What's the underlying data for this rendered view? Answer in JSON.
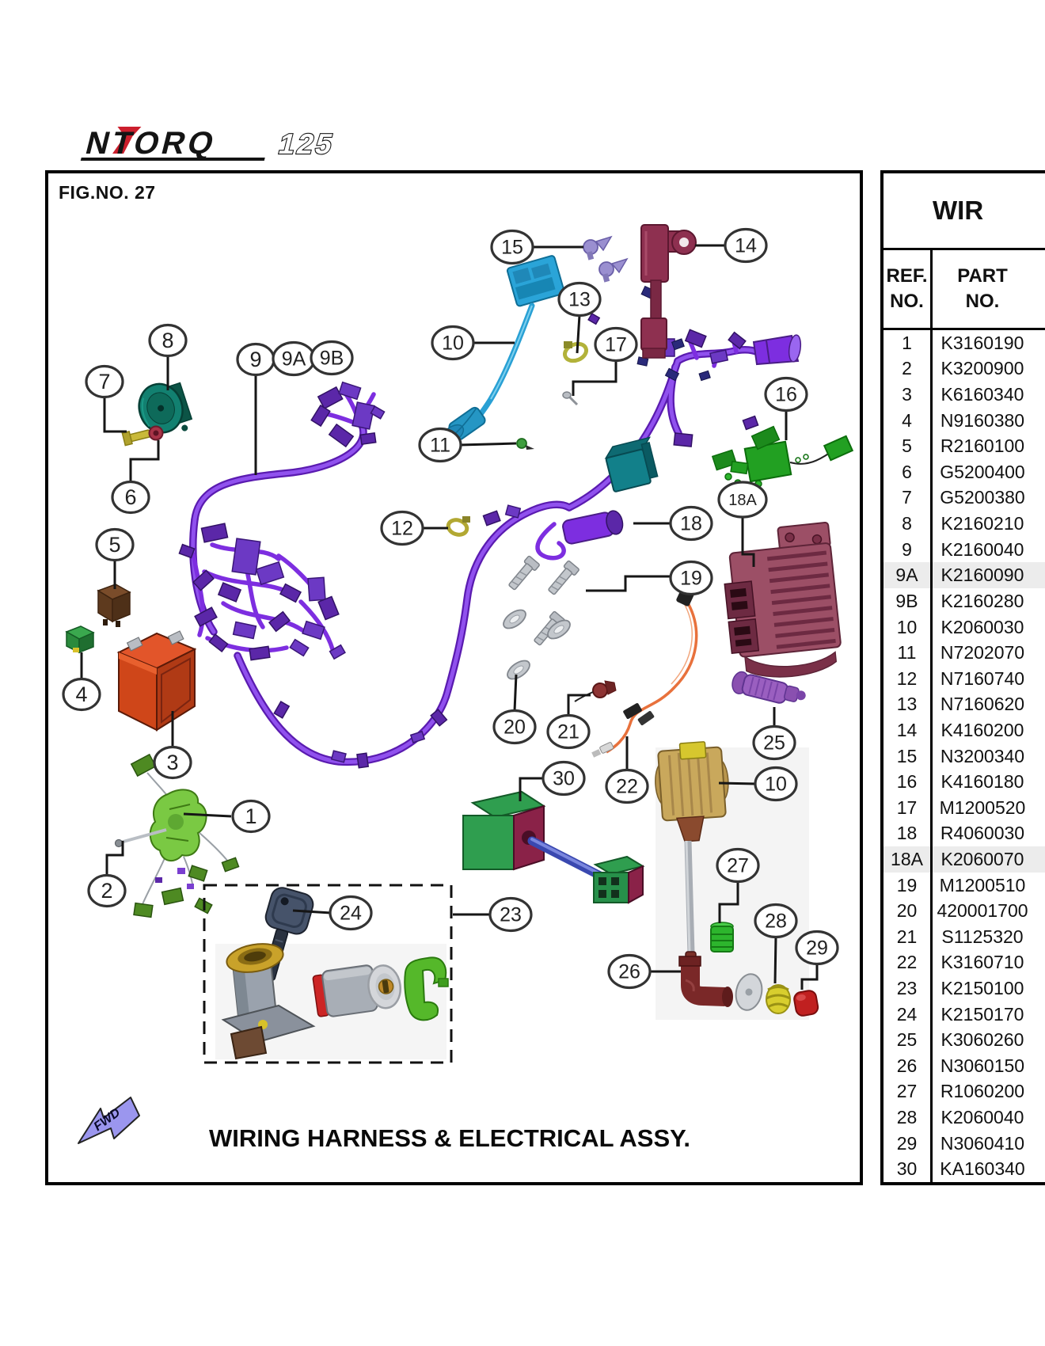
{
  "logo": {
    "brand": "NTORQ",
    "model": "125"
  },
  "fig_label": "FIG.NO. 27",
  "footer_title": "WIRING HARNESS & ELECTRICAL ASSY.",
  "fwd_label": "FWD",
  "table": {
    "title_fragment": "WIR",
    "col1_header": [
      "REF.",
      "NO."
    ],
    "col2_header": [
      "PART",
      "NO."
    ],
    "highlighted_refs": [
      "9A",
      "18A"
    ],
    "rows": [
      {
        "ref": "1",
        "part": "K3160190"
      },
      {
        "ref": "2",
        "part": "K3200900"
      },
      {
        "ref": "3",
        "part": "K6160340"
      },
      {
        "ref": "4",
        "part": "N9160380"
      },
      {
        "ref": "5",
        "part": "R2160100"
      },
      {
        "ref": "6",
        "part": "G5200400"
      },
      {
        "ref": "7",
        "part": "G5200380"
      },
      {
        "ref": "8",
        "part": "K2160210"
      },
      {
        "ref": "9",
        "part": "K2160040"
      },
      {
        "ref": "9A",
        "part": "K2160090"
      },
      {
        "ref": "9B",
        "part": "K2160280"
      },
      {
        "ref": "10",
        "part": "K2060030"
      },
      {
        "ref": "11",
        "part": "N7202070"
      },
      {
        "ref": "12",
        "part": "N7160740"
      },
      {
        "ref": "13",
        "part": "N7160620"
      },
      {
        "ref": "14",
        "part": "K4160200"
      },
      {
        "ref": "15",
        "part": "N3200340"
      },
      {
        "ref": "16",
        "part": "K4160180"
      },
      {
        "ref": "17",
        "part": "M1200520"
      },
      {
        "ref": "18",
        "part": "R4060030"
      },
      {
        "ref": "18A",
        "part": "K2060070"
      },
      {
        "ref": "19",
        "part": "M1200510"
      },
      {
        "ref": "20",
        "part": "420001700"
      },
      {
        "ref": "21",
        "part": "S1125320"
      },
      {
        "ref": "22",
        "part": "K3160710"
      },
      {
        "ref": "23",
        "part": "K2150100"
      },
      {
        "ref": "24",
        "part": "K2150170"
      },
      {
        "ref": "25",
        "part": "K3060260"
      },
      {
        "ref": "26",
        "part": "N3060150"
      },
      {
        "ref": "27",
        "part": "R1060200"
      },
      {
        "ref": "28",
        "part": "K2060040"
      },
      {
        "ref": "29",
        "part": "N3060410"
      },
      {
        "ref": "30",
        "part": "KA160340"
      }
    ]
  },
  "callout_labels": {
    "1": "1",
    "2": "2",
    "3": "3",
    "4": "4",
    "5": "5",
    "6": "6",
    "7": "7",
    "8": "8",
    "9": "9",
    "9A": "9A",
    "9B": "9B",
    "10a": "10",
    "10b": "10",
    "11": "11",
    "12": "12",
    "13": "13",
    "14": "14",
    "15": "15",
    "16": "16",
    "17": "17",
    "18": "18",
    "18A": "18A",
    "19": "19",
    "20": "20",
    "21": "21",
    "22": "22",
    "23": "23",
    "24": "24",
    "25": "25",
    "26": "26",
    "27": "27",
    "28": "28",
    "29": "29",
    "30": "30"
  },
  "colors": {
    "harness_purple": "#8b36f2",
    "highlight_row": "#ececec",
    "fwd_arrow": "#9b96ee",
    "battery_orange": "#d84a1e",
    "logo_red": "#cc1f2d"
  }
}
